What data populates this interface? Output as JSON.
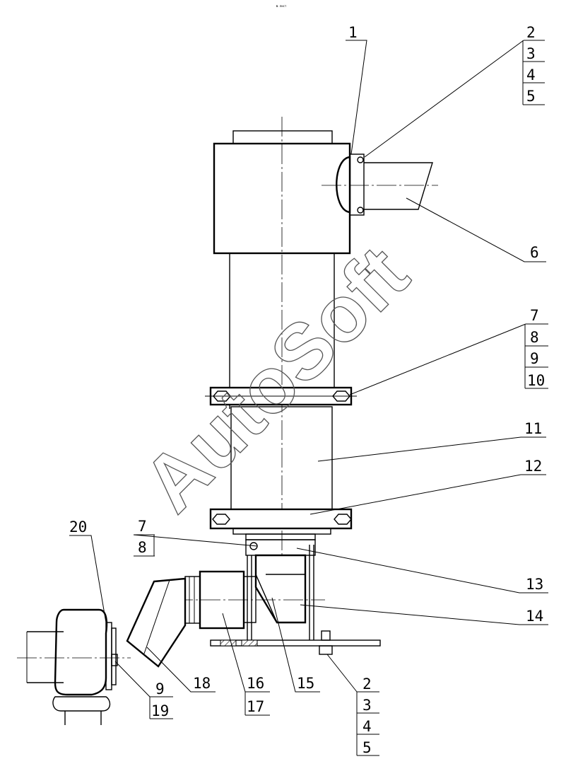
{
  "header_mark": "№ лист",
  "watermark": "AutoSoft",
  "callouts": {
    "c1": "1",
    "c2": "2",
    "c3": "3",
    "c4": "4",
    "c5": "5",
    "c6": "6",
    "c7": "7",
    "c8": "8",
    "c9": "9",
    "c10": "10",
    "c11": "11",
    "c12": "12",
    "c7b": "7",
    "c8b": "8",
    "c13": "13",
    "c14": "14",
    "c15": "15",
    "c16": "16",
    "c17": "17",
    "c18": "18",
    "c20": "20",
    "c9b": "9",
    "c19": "19",
    "c2b": "2",
    "c3b": "3",
    "c4b": "4",
    "c5b": "5"
  }
}
